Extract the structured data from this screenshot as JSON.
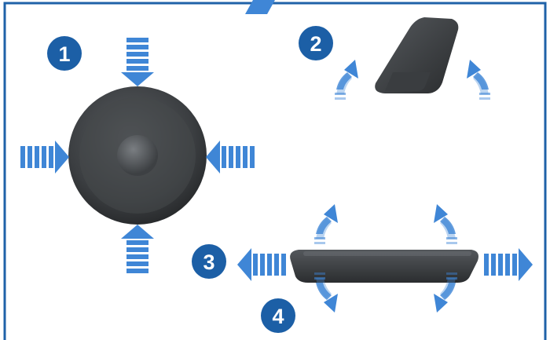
{
  "colors": {
    "frame": "#1f62a8",
    "arrow": "#3f86d6",
    "badge": "#1c5fa6",
    "knob_dark": "#2e3032",
    "knob_mid": "#4a4d50",
    "knob_light": "#6b6f73"
  },
  "steps": [
    {
      "label": "1",
      "meaning": "push"
    },
    {
      "label": "2",
      "meaning": "tilt"
    },
    {
      "label": "3",
      "meaning": "slide"
    },
    {
      "label": "4",
      "meaning": "rotate"
    }
  ],
  "icons": [
    "push-arrow-icon",
    "curved-arrow-icon",
    "slide-arrow-icon",
    "round-knob-icon",
    "tilt-lever-icon",
    "flat-slider-icon"
  ]
}
